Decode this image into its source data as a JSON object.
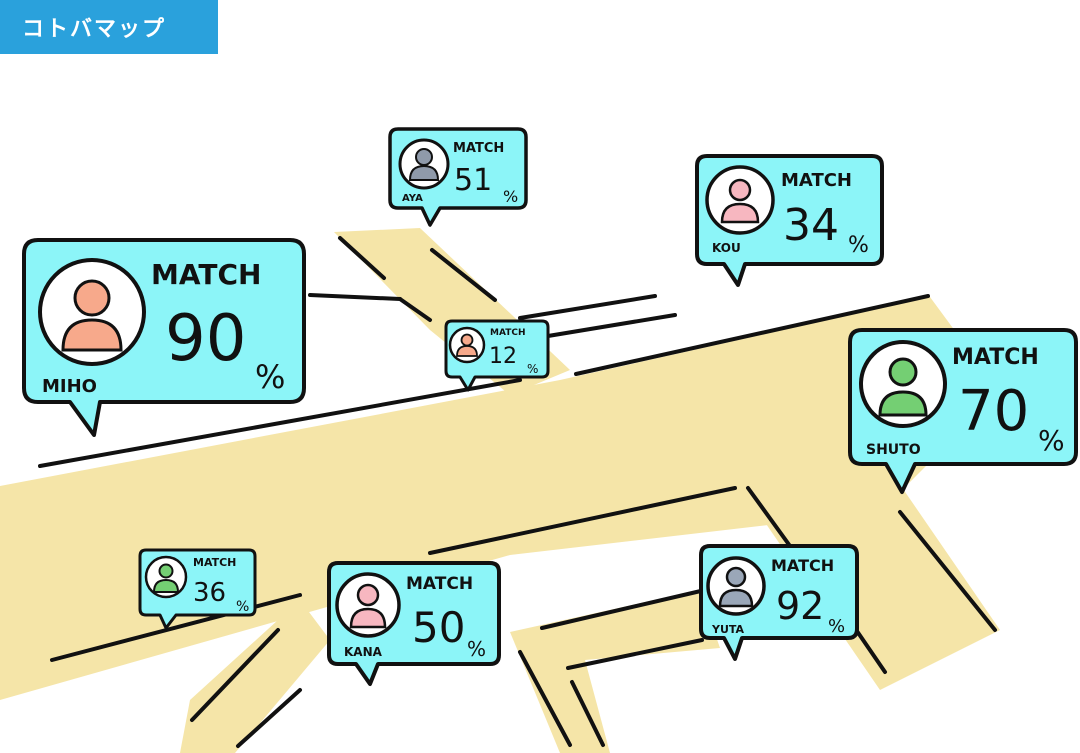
{
  "header": {
    "title": "コトバマップ"
  },
  "colors": {
    "header_bg": "#2aa1dc",
    "road": "#f5e5a8",
    "bubble": "#8cf5f8",
    "outline": "#111111"
  },
  "match_label": "MATCH",
  "percent_sign": "%",
  "users": [
    {
      "name": "MIHO",
      "match": "90",
      "avatar_color": "#f7a98b",
      "icon": "person-icon"
    },
    {
      "name": "AYA",
      "match": "51",
      "avatar_color": "#8f9aaa",
      "icon": "person-icon"
    },
    {
      "name": "KOU",
      "match": "34",
      "avatar_color": "#f7b7c0",
      "icon": "person-icon"
    },
    {
      "name": "",
      "match": "12",
      "avatar_color": "#f7a98b",
      "icon": "person-icon"
    },
    {
      "name": "SHUTO",
      "match": "70",
      "avatar_color": "#74cf73",
      "icon": "person-icon"
    },
    {
      "name": "",
      "match": "36",
      "avatar_color": "#74cf73",
      "icon": "person-icon"
    },
    {
      "name": "KANA",
      "match": "50",
      "avatar_color": "#f7b7c0",
      "icon": "person-icon"
    },
    {
      "name": "YUTA",
      "match": "92",
      "avatar_color": "#9aa7b8",
      "icon": "person-icon"
    }
  ]
}
